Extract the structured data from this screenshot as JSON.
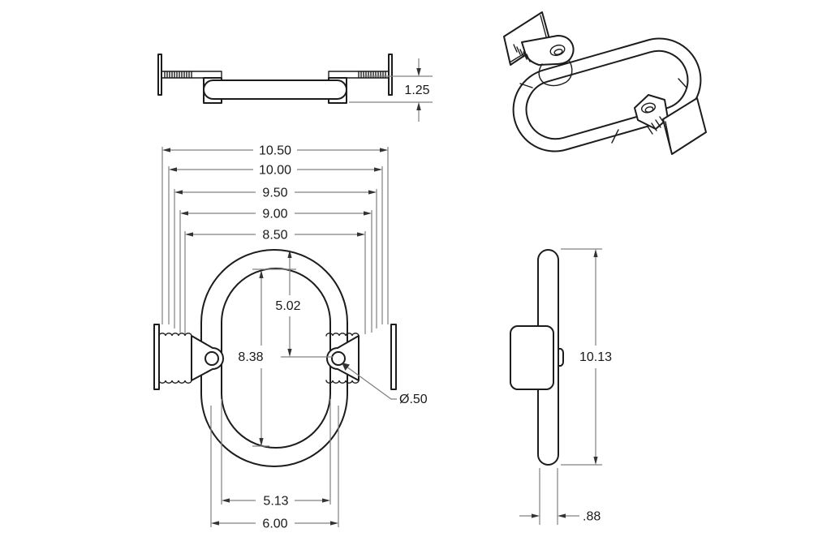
{
  "colors": {
    "background": "#ffffff",
    "part_line": "#1c1c1c",
    "dimension_line": "#808080",
    "text": "#1a1a1a"
  },
  "views": {
    "top": {
      "mount_depth": "1.25"
    },
    "front": {
      "overall_widths": [
        "10.50",
        "10.00",
        "9.50",
        "9.00",
        "8.50"
      ],
      "outer_top_to_center": "5.02",
      "inner_height": "8.38",
      "mount_hole_diameter": "Ø.50",
      "inner_width": "5.13",
      "mount_center_width": "6.00"
    },
    "side": {
      "overall_height": "10.13",
      "tube_diameter": ".88"
    }
  }
}
